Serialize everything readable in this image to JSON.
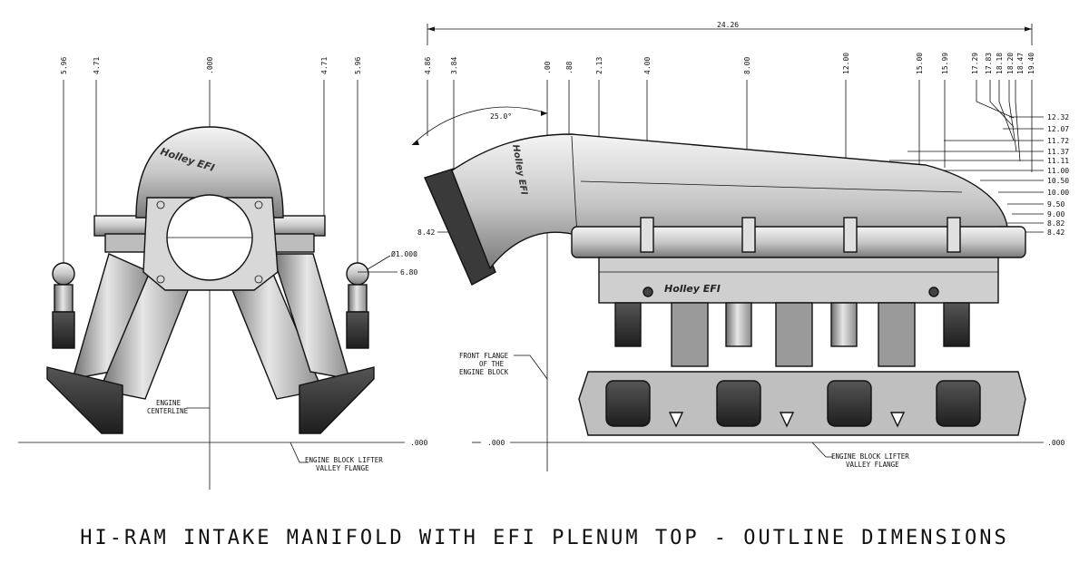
{
  "title": "HI-RAM INTAKE MANIFOLD WITH EFI PLENUM TOP - OUTLINE DIMENSIONS",
  "front_view": {
    "top_dims": [
      "5.96",
      "4.71",
      ".000",
      "4.71",
      "5.96"
    ],
    "diameter_label": "Ø1.000",
    "height_label": "6.80",
    "centerline_note": [
      "ENGINE",
      "CENTERLINE"
    ],
    "baseline_value": ".000",
    "lifter_note": [
      "ENGINE BLOCK LIFTER",
      "VALLEY FLANGE"
    ],
    "brand_text": "Holley EFI"
  },
  "side_view": {
    "overall_length": "24.26",
    "top_dims": [
      "4.86",
      "3.84",
      ".00",
      ".88",
      "2.13",
      "4.00",
      "8.00",
      "12.00",
      "15.00",
      "15.99",
      "17.29",
      "17.83",
      "18.18",
      "18.20",
      "18.47",
      "19.40"
    ],
    "right_dims": [
      "12.32",
      "12.07",
      "11.72",
      "11.37",
      "11.11",
      "11.00",
      "10.50",
      "10.00",
      "9.50",
      "9.00",
      "8.82",
      "8.42"
    ],
    "angle_label": "25.0°",
    "left_height": "8.42",
    "front_flange_note": [
      "FRONT FLANGE",
      "OF THE",
      "ENGINE BLOCK"
    ],
    "baseline_left": ".000",
    "baseline_right": ".000",
    "lifter_note": [
      "ENGINE BLOCK LIFTER",
      "VALLEY FLANGE"
    ],
    "brand_text": "Holley EFI"
  }
}
